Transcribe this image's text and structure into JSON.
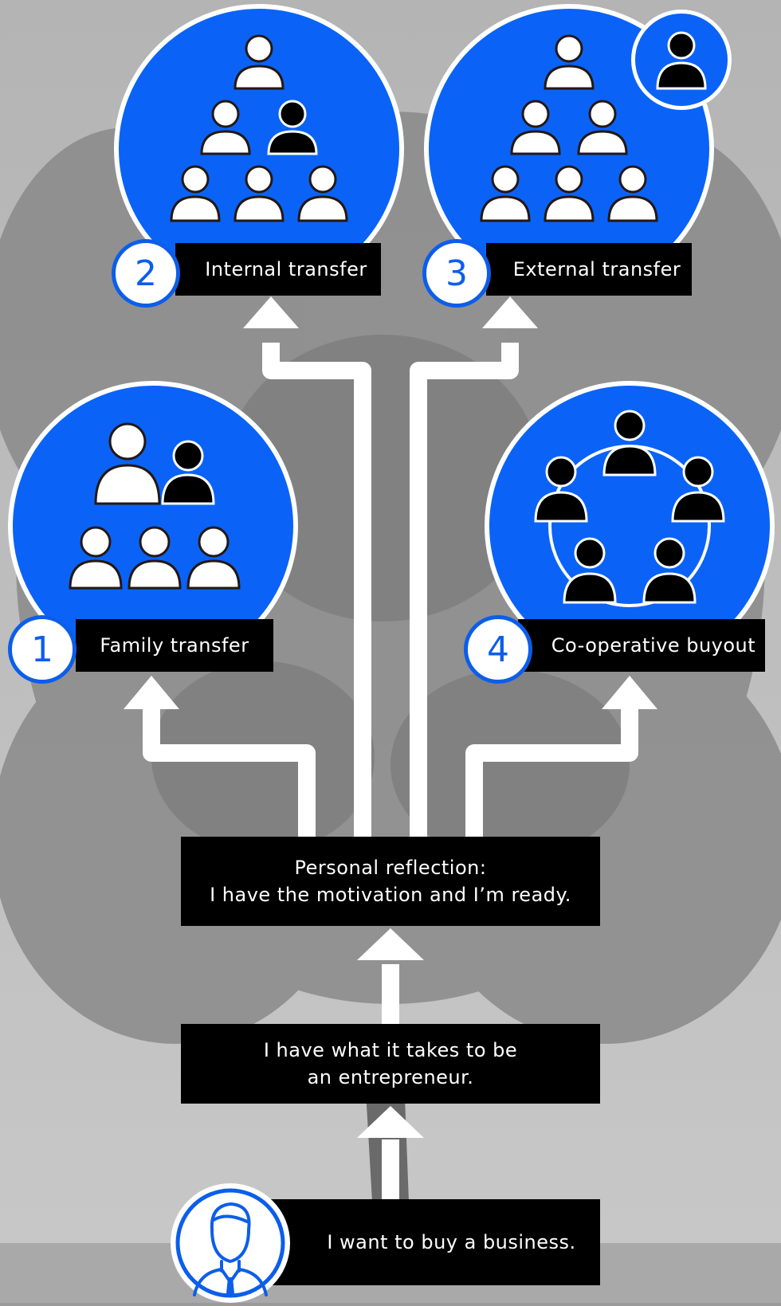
{
  "colors": {
    "accent": "#0a63f6",
    "label_bg": "#000000",
    "arrow": "#ffffff"
  },
  "start": {
    "icon": "businessperson-icon",
    "text": "I want to buy a business."
  },
  "step_entrepreneur": {
    "line1": "I have what it takes to be",
    "line2": "an entrepreneur."
  },
  "step_reflection": {
    "line1": "Personal reflection:",
    "line2": "I have the motivation and I’m ready."
  },
  "options": [
    {
      "number": "1",
      "label": "Family transfer",
      "icon": "family-group-icon"
    },
    {
      "number": "2",
      "label": "Internal transfer",
      "icon": "team-pyramid-icon"
    },
    {
      "number": "3",
      "label": "External transfer",
      "icon": "outside-buyer-icon"
    },
    {
      "number": "4",
      "label": "Co-operative buyout",
      "icon": "cooperative-circle-icon"
    }
  ]
}
